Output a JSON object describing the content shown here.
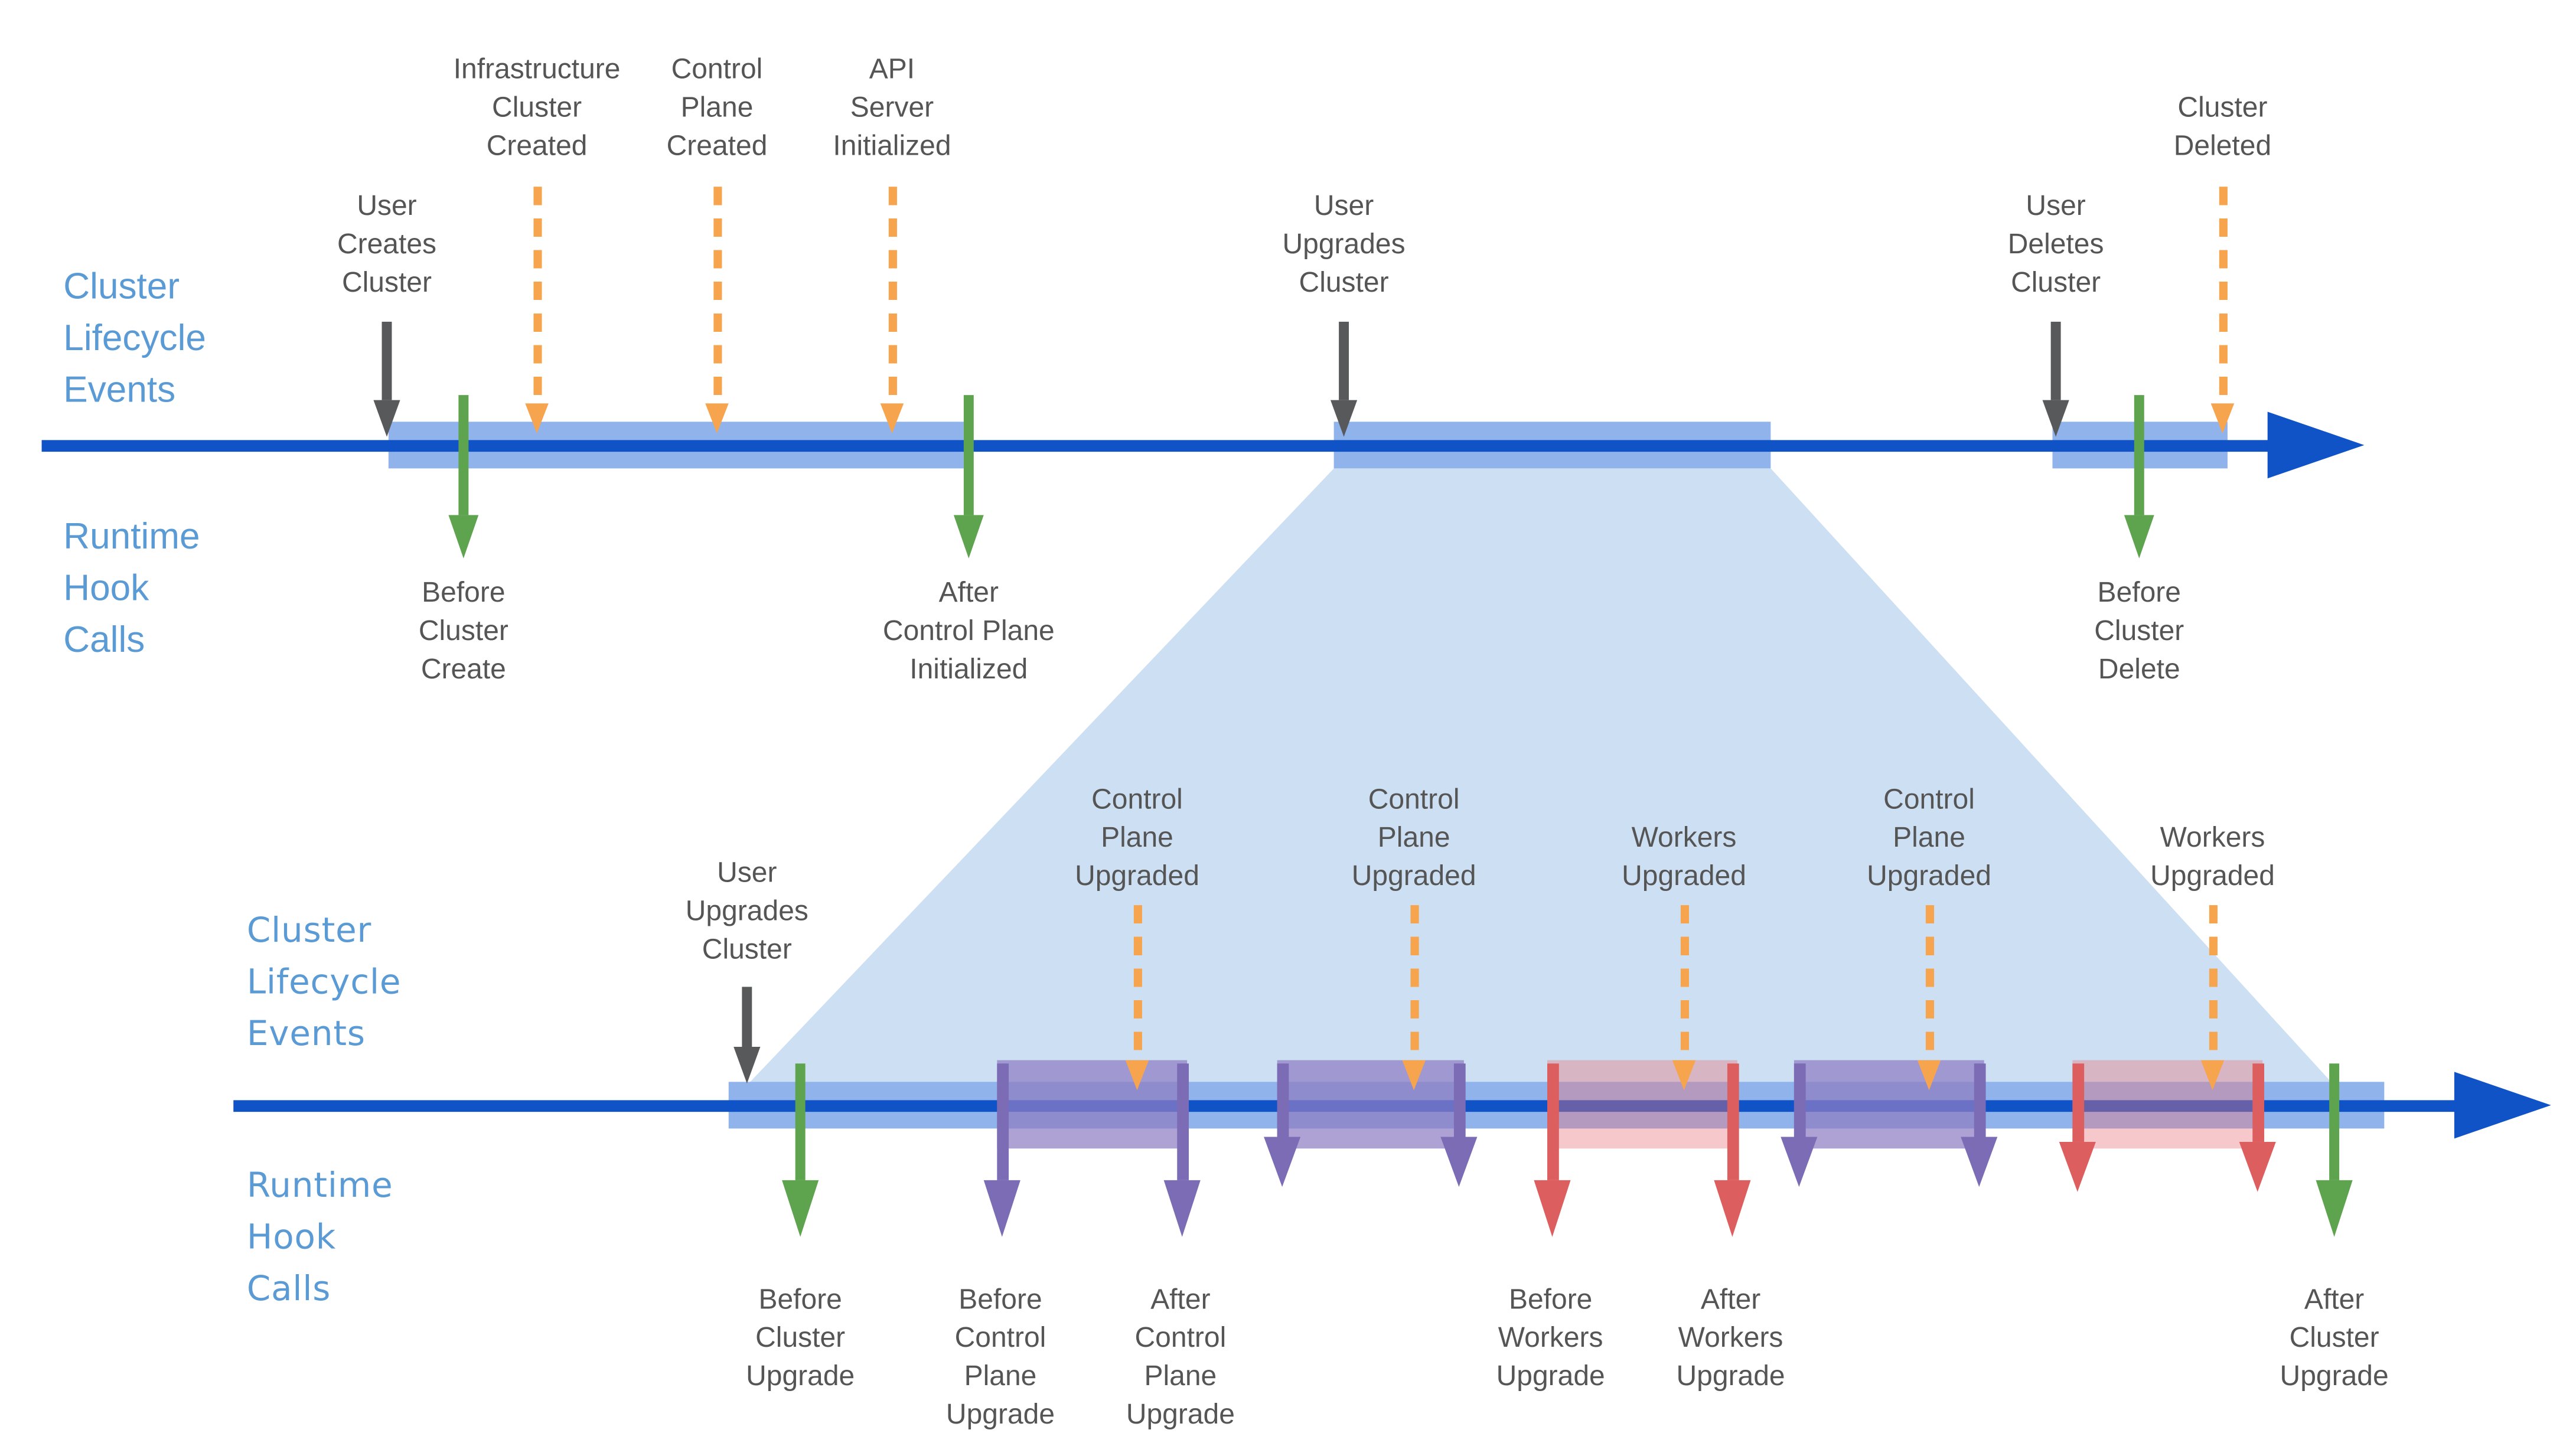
{
  "colors": {
    "timeline": "#0F53C6",
    "band": "#8FB3EA",
    "zoom_region": "#CDDFF2",
    "gray_arrow": "#58595B",
    "orange": "#F7A44E",
    "green": "#5EA34E",
    "purple": "#7C6BB5",
    "red": "#DD5E5E",
    "purple_box": "rgba(143,125,196,0.72)",
    "pink_box": "rgba(232,118,124,0.40)",
    "label_blue": "#5B9BD5",
    "text": "#555555"
  },
  "top": {
    "lifecycle_label": "Cluster\nLifecycle\nEvents",
    "hooks_label": "Runtime\nHook\nCalls",
    "events": {
      "user_creates": "User\nCreates\nCluster",
      "user_upgrades": "User\nUpgrades\nCluster",
      "user_deletes": "User\nDeletes\nCluster",
      "infra_created": "Infrastructure\nCluster\nCreated",
      "cp_created": "Control\nPlane\nCreated",
      "api_initialized": "API\nServer\nInitialized",
      "cluster_deleted": "Cluster\nDeleted"
    },
    "hooks": {
      "before_cluster_create": "Before\nCluster\nCreate",
      "after_cp_initialized": "After\nControl Plane\nInitialized",
      "before_cluster_delete": "Before\nCluster\nDelete"
    }
  },
  "bottom": {
    "lifecycle_label": "Cluster\nLifecycle\nEvents",
    "hooks_label": "Runtime\nHook\nCalls",
    "events": {
      "user_upgrades": "User\nUpgrades\nCluster",
      "cp_upgraded_1": "Control\nPlane\nUpgraded",
      "cp_upgraded_2": "Control\nPlane\nUpgraded",
      "workers_upgraded_1": "Workers\nUpgraded",
      "cp_upgraded_3": "Control\nPlane\nUpgraded",
      "workers_upgraded_2": "Workers\nUpgraded"
    },
    "hooks": {
      "before_cluster_upgrade": "Before\nCluster\nUpgrade",
      "before_cp_upgrade": "Before\nControl\nPlane\nUpgrade",
      "after_cp_upgrade": "After\nControl\nPlane\nUpgrade",
      "before_workers_upgrade": "Before\nWorkers\nUpgrade",
      "after_workers_upgrade": "After\nWorkers\nUpgrade",
      "after_cluster_upgrade": "After\nCluster\nUpgrade"
    }
  }
}
